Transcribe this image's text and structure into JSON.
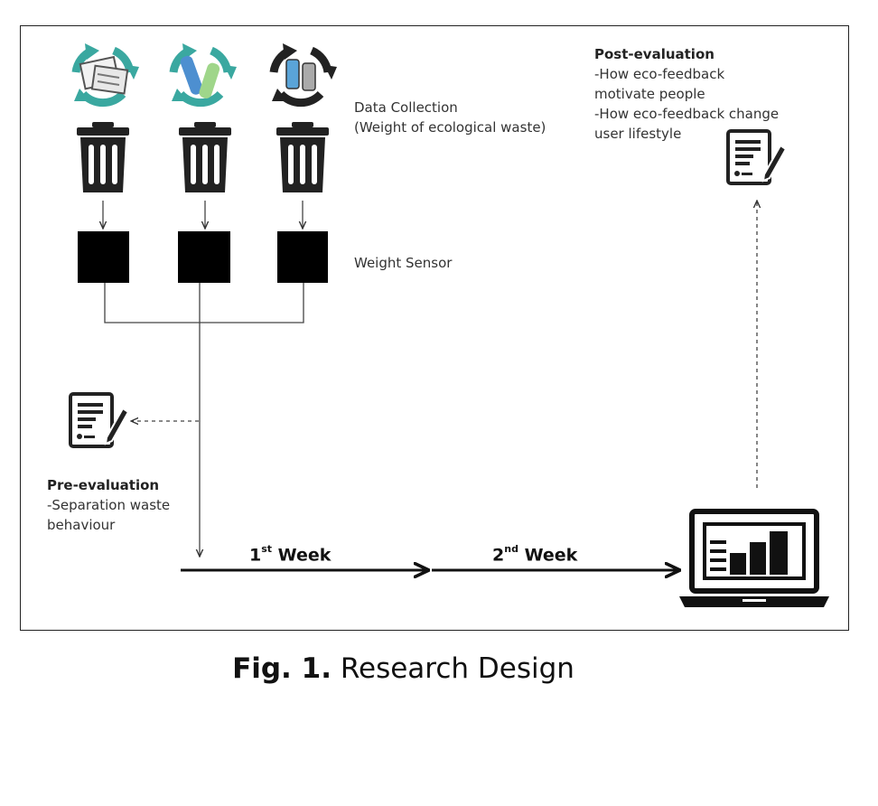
{
  "labels": {
    "data_collection_line1": "Data Collection",
    "data_collection_line2": "(Weight of ecological waste)",
    "weight_sensor": "Weight Sensor",
    "post_title": "Post-evaluation",
    "post_line1": "-How eco-feedback",
    "post_line2": "motivate people",
    "post_line3": "-How eco-feedback change",
    "post_line4": "user lifestyle",
    "pre_title": "Pre-evaluation",
    "pre_line1": "-Separation waste",
    "pre_line2": "behaviour"
  },
  "timeline": {
    "week1_num": "1",
    "week1_sup": "st",
    "week1_word": "Week",
    "week2_num": "2",
    "week2_sup": "nd",
    "week2_word": "Week"
  },
  "caption": {
    "label": "Fig. 1.",
    "text": "Research Design"
  },
  "colors": {
    "recycle_green": "#3aa8a0",
    "dark": "#222222"
  },
  "icons": [
    "recycle-paper-icon",
    "recycle-plastic-bottles-icon",
    "recycle-cans-icon",
    "trash-bin-icon",
    "survey-form-icon",
    "laptop-chart-icon"
  ]
}
